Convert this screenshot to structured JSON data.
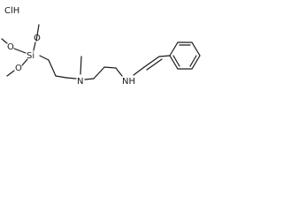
{
  "molecule": {
    "salt_label": "ClH",
    "si_label": "Si",
    "oxygen_top": "O",
    "oxygen_left": "O",
    "oxygen_bottom": "O",
    "nitrogen_methyl": "N",
    "nitrogen_amine": "NH"
  },
  "colors": {
    "ink": "#1a1a1a",
    "background": "#ffffff"
  }
}
